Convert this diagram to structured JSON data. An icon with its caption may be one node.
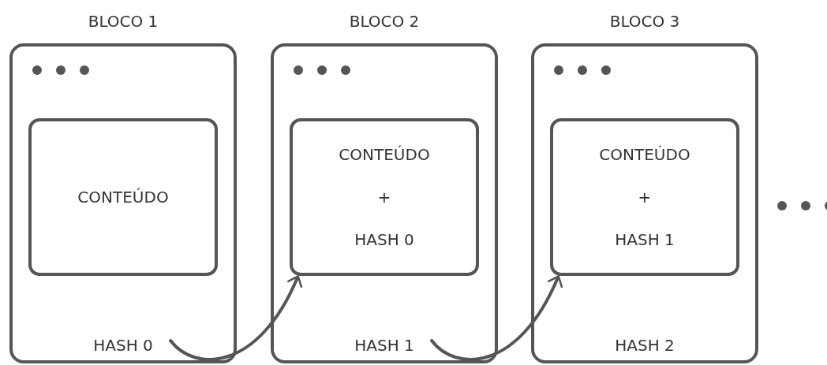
{
  "diagram": {
    "nodes": [
      {
        "text": [
          "BLOCO 1"
        ]
      },
      {
        "text": [
          "CONTEÚDO"
        ],
        "in": 0
      },
      {
        "text": [
          "HASH 0"
        ],
        "in": 0
      },
      {
        "text": [
          "BLOCO 2"
        ]
      },
      {
        "text": [
          "CONTEÚDO",
          "+",
          "HASH 0"
        ],
        "in": 3
      },
      {
        "text": [
          "HASH 1"
        ],
        "in": 3
      },
      {
        "text": [
          "BLOCO 3"
        ]
      },
      {
        "text": [
          "CONTEÚDO",
          "+",
          "HASH 1"
        ],
        "in": 6
      },
      {
        "text": [
          "HASH 2"
        ],
        "in": 6
      }
    ],
    "edges": [
      {
        "from": 2,
        "to": 4,
        "arrow": "to"
      },
      {
        "from": 5,
        "to": 7,
        "arrow": "to"
      }
    ]
  }
}
